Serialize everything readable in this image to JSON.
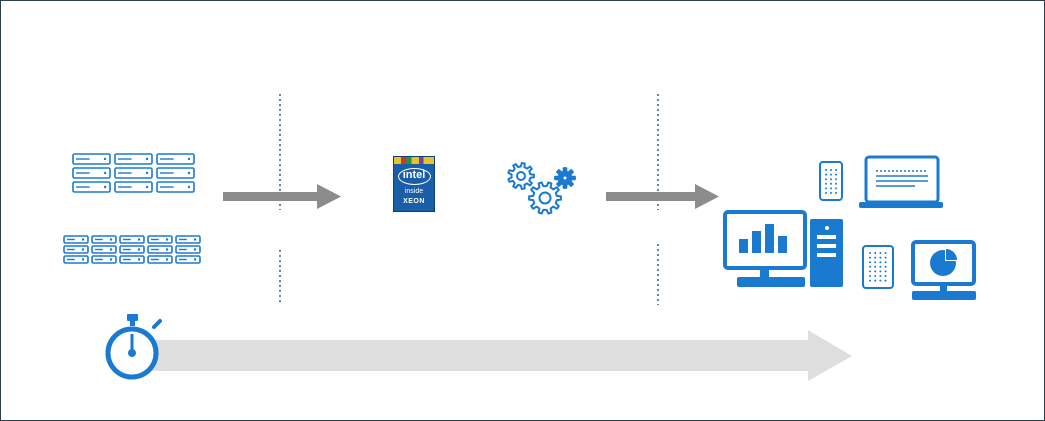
{
  "colors": {
    "accent_blue": "#1a7ad0",
    "arrow_gray": "#8c8c8c",
    "timeline_gray": "#dedede",
    "divider_blue": "#2f5d8a",
    "frame_border": "#2a3f52"
  },
  "icons": {
    "storage_array_top": "storage-array-icon",
    "storage_array_bottom": "storage-array-icon",
    "processor": "processor-chip-icon",
    "gears": "gears-icon",
    "smartphone": "smartphone-icon",
    "laptop": "laptop-icon",
    "desktop_monitor": "desktop-bar-chart-icon",
    "tower": "desktop-tower-icon",
    "tablet": "tablet-icon",
    "pie_monitor": "monitor-pie-chart-icon",
    "stopwatch": "stopwatch-icon"
  },
  "chip": {
    "brand": "intel",
    "inside": "inside",
    "product": "XEON"
  }
}
